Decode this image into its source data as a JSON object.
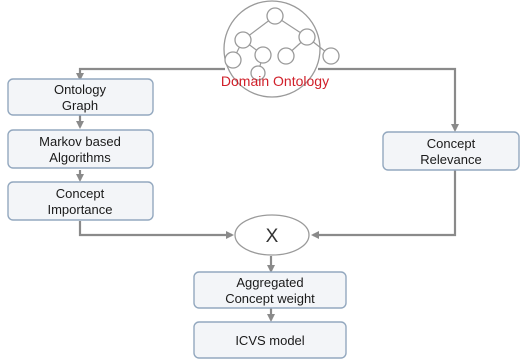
{
  "domain_ontology": {
    "label": "Domain Ontology",
    "label_color": "#d0202a"
  },
  "nodes": {
    "ontology_graph": {
      "line1": "Ontology",
      "line2": "Graph"
    },
    "markov": {
      "line1": "Markov based",
      "line2": "Algorithms"
    },
    "importance": {
      "line1": "Concept",
      "line2": "Importance"
    },
    "relevance": {
      "line1": "Concept",
      "line2": "Relevance"
    },
    "multiply": {
      "symbol": "X"
    },
    "aggregated": {
      "line1": "Aggregated",
      "line2": "Concept weight"
    },
    "icvs": {
      "line1": "ICVS model"
    }
  },
  "colors": {
    "box_fill": "#f3f5f8",
    "box_stroke": "#93a8bf",
    "edge": "#8a8a8a"
  }
}
